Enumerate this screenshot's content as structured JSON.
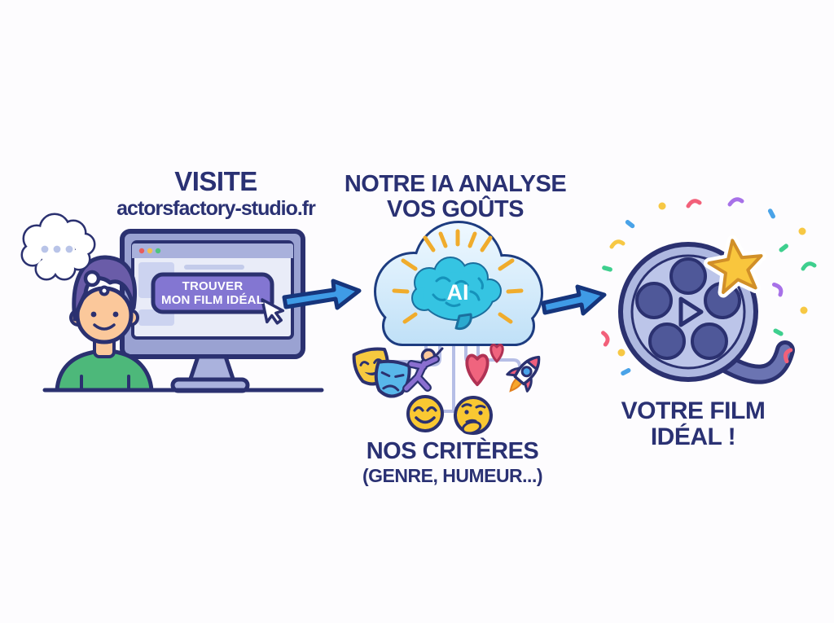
{
  "diagram": {
    "step1": {
      "title": "VISITE",
      "subtitle": "actorsfactory-studio.fr"
    },
    "step2": {
      "line1": "NOTRE IA ANALYSE",
      "line2": "VOS GOÛTS"
    },
    "screen_button": {
      "line1": "TROUVER",
      "line2": "MON FILM IDÉAL"
    },
    "ai_label": "AI",
    "criteria": {
      "title": "NOS CRITÈRES",
      "subtitle": "(GENRE, HUMEUR...)"
    },
    "result": {
      "line1": "VOTRE FILM",
      "line2": "IDÉAL !"
    }
  },
  "icons": {
    "left": [
      "thought-bubble-icon",
      "person-at-computer",
      "monitor-icon",
      "cursor-icon"
    ],
    "middle": [
      "ai-cloud-icon",
      "ai-brain-icon",
      "theater-masks-icon",
      "actor-icon",
      "hearts-icon",
      "rocket-icon",
      "smiley-emoji-icon",
      "thinking-emoji-icon"
    ],
    "right": [
      "film-reel-icon",
      "star-icon",
      "play-triangle-icon",
      "confetti"
    ]
  },
  "colors": {
    "text_navy": "#2a3173",
    "outline_navy": "#2b3170",
    "monitor_periwinkle": "#9aa2d2",
    "button_purple": "#8376d2",
    "shirt_green": "#4db87a",
    "skin": "#fbc89b",
    "hair_purple": "#6a5ca8",
    "cloud_blue": "#d9eefc",
    "brain_teal": "#35c4e2",
    "ray_yellow": "#f0ac2c",
    "arrow_blue": "#3f9be6",
    "circuit_lavender": "#b6bee6",
    "reel_periwinkle": "#aeb8e0",
    "reel_hole": "#4f5899",
    "star_gold": "#f9c63d",
    "confetti": [
      "#f2607a",
      "#f7c844",
      "#3ecf8e",
      "#a771e8",
      "#4aa3e8"
    ]
  }
}
